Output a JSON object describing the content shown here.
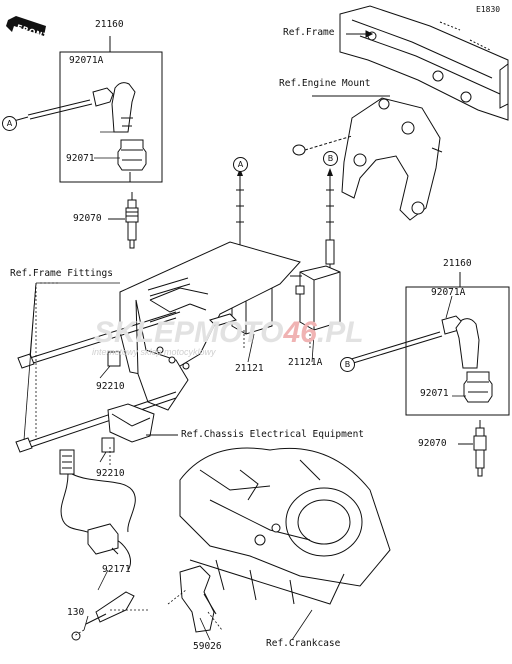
{
  "diagram_code": "E1830",
  "front_arrow_label": "FRONT",
  "watermark": {
    "part1": "SKLEP",
    "part2": "MOTO",
    "part3": "46",
    "part4": ".PL",
    "subtitle": "internetowy sklep motocyklowy"
  },
  "references": {
    "frame": "Ref.Frame",
    "engine_mount": "Ref.Engine Mount",
    "frame_fittings": "Ref.Frame Fittings",
    "chassis_electrical": "Ref.Chassis Electrical Equipment",
    "crankcase": "Ref.Crankcase"
  },
  "parts": {
    "p21160_left": "21160",
    "p92071a_left": "92071A",
    "p92071_left": "92071",
    "p92070_left": "92070",
    "p21160_right": "21160",
    "p92071a_right": "92071A",
    "p92071_right": "92071",
    "p92070_right": "92070",
    "p92210_upper": "92210",
    "p92210_lower": "92210",
    "p21121": "21121",
    "p21121a": "21121A",
    "p92171": "92171",
    "p130": "130",
    "p59026": "59026"
  },
  "callouts": {
    "a_left": "A",
    "a_top": "A",
    "b_top": "B",
    "b_right": "B"
  }
}
